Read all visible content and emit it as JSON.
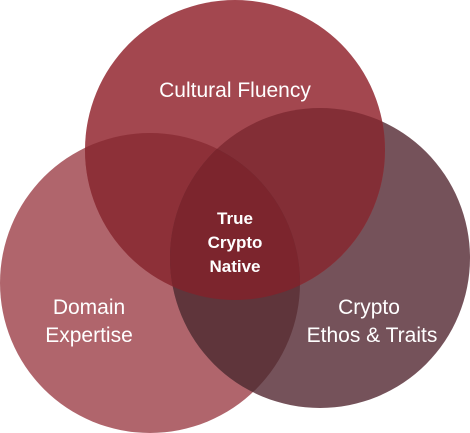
{
  "diagram": {
    "type": "venn-3",
    "sets": [
      {
        "id": "cultural",
        "label_lines": [
          "Cultural Fluency"
        ],
        "color": "#a3474f"
      },
      {
        "id": "domain",
        "label_lines": [
          "Domain",
          "Expertise"
        ],
        "color": "#b0656c"
      },
      {
        "id": "crypto",
        "label_lines": [
          "Crypto",
          "Ethos & Traits"
        ],
        "color": "#75525a"
      }
    ],
    "center": {
      "label_lines": [
        "True",
        "Crypto",
        "Native"
      ]
    },
    "overlap_colors": {
      "cultural_domain": "#8d3038",
      "cultural_crypto": "#832e36",
      "domain_crypto": "#5f353b",
      "all": "#7c252d"
    }
  }
}
